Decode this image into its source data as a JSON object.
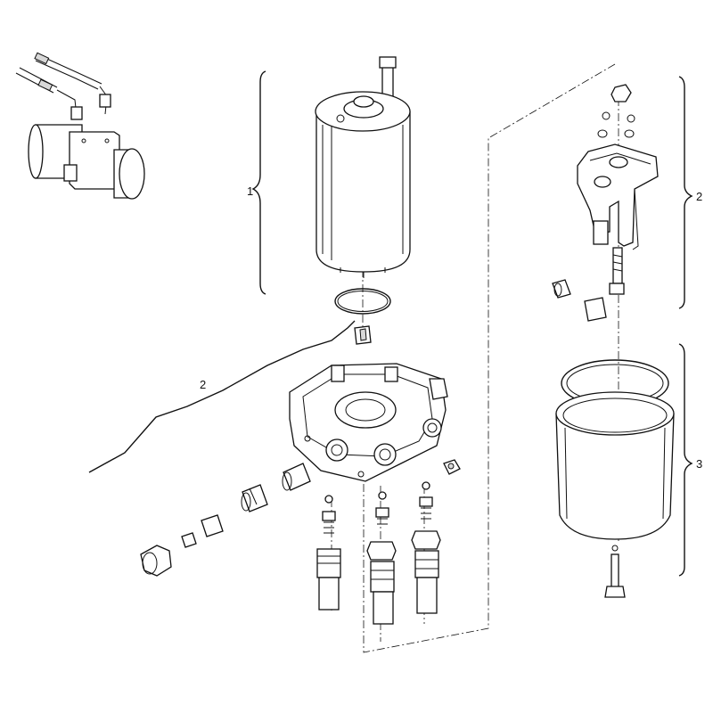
{
  "diagram": {
    "callouts": {
      "motor_group": "1",
      "valve_block_group_left": "2",
      "valve_block_group_right": "2",
      "reservoir_group": "3"
    }
  }
}
